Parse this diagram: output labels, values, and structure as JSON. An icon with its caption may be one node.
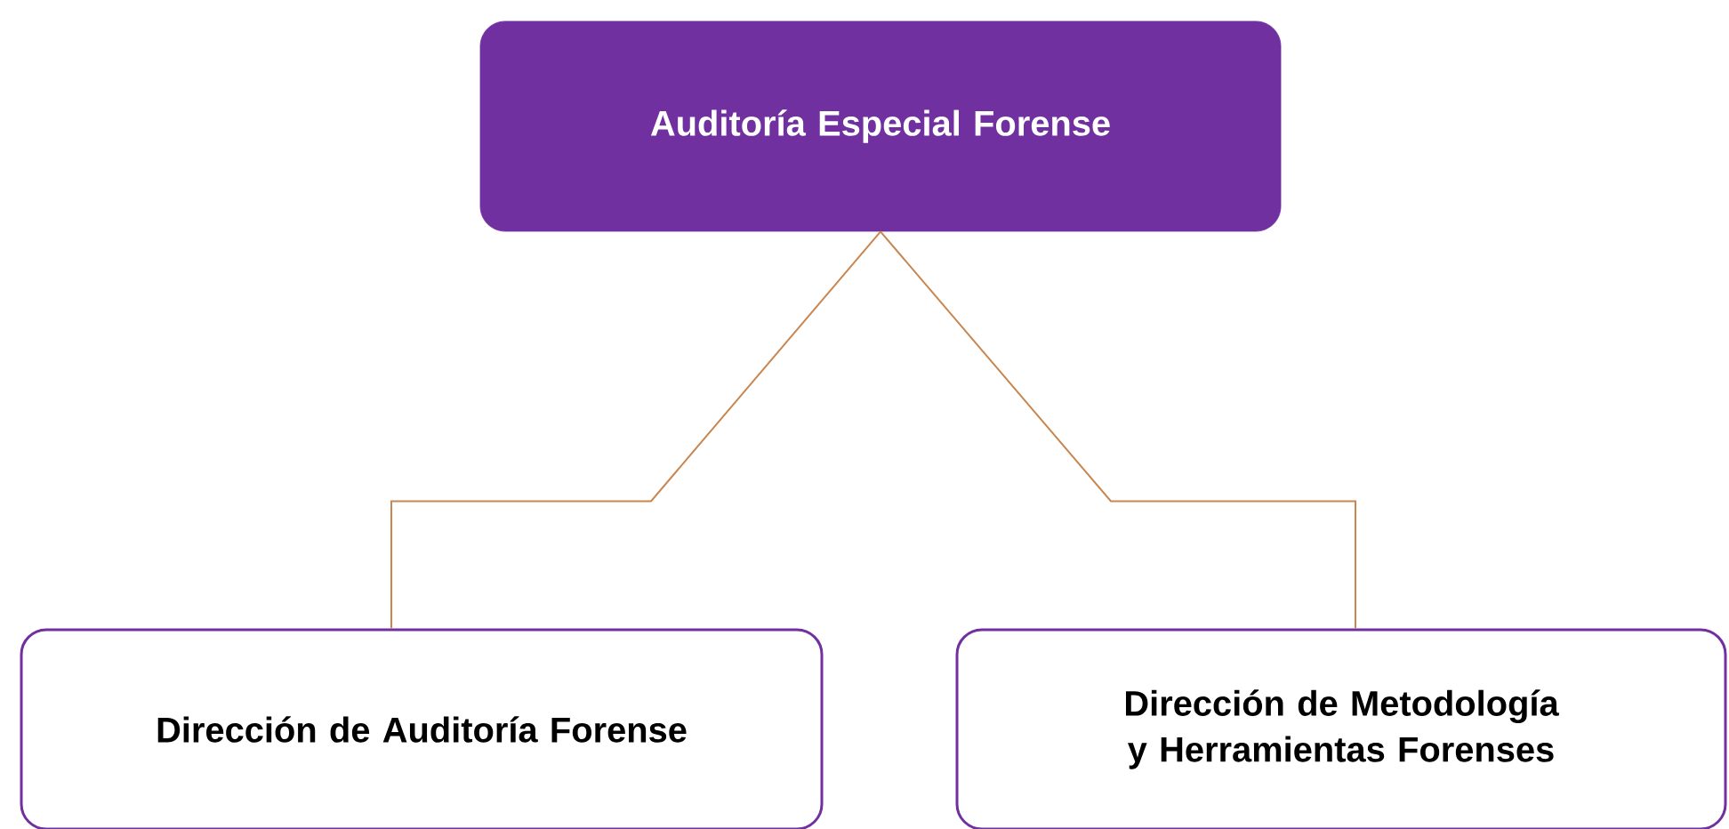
{
  "diagram": {
    "nodes": [
      {
        "text": [
          "Auditoría Especial Forense"
        ]
      },
      {
        "text": [
          "Dirección de Auditoría Forense"
        ]
      },
      {
        "text": [
          "Dirección de Metodología y Herramientas Forenses"
        ]
      }
    ],
    "edges": [
      {
        "from": 0,
        "to": 1,
        "arrow": "none"
      },
      {
        "from": 0,
        "to": 2,
        "arrow": "none"
      }
    ]
  }
}
